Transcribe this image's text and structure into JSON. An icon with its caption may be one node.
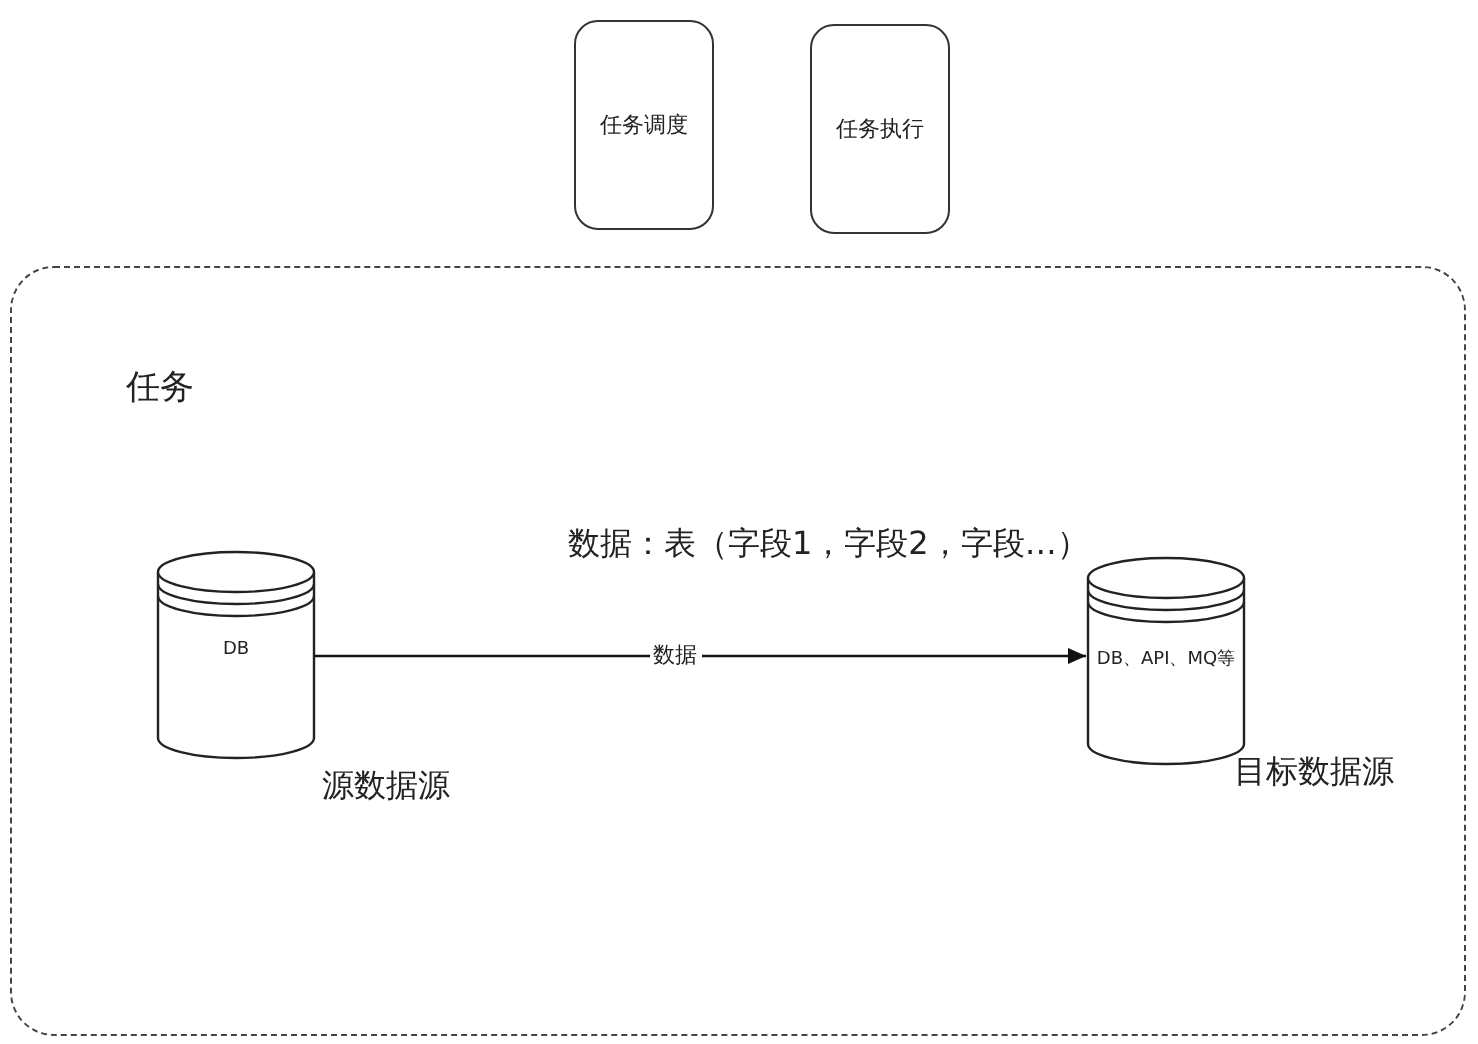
{
  "diagram": {
    "nodes": [
      {
        "text": [
          "任务调度"
        ]
      },
      {
        "text": [
          "任务执行"
        ]
      },
      {
        "text": [
          "任务"
        ]
      },
      {
        "text": [
          "DB"
        ],
        "in": 2,
        "beside": [
          "源数据源"
        ]
      },
      {
        "text": [
          "DB、API、MQ等"
        ],
        "in": 2,
        "beside": [
          "目标数据源"
        ]
      }
    ],
    "edges": [
      {
        "from": 3,
        "to": 4,
        "arrow": "to",
        "label": "数据"
      }
    ],
    "labels": [
      "数据：表（字段1，字段2，字段…）"
    ]
  }
}
